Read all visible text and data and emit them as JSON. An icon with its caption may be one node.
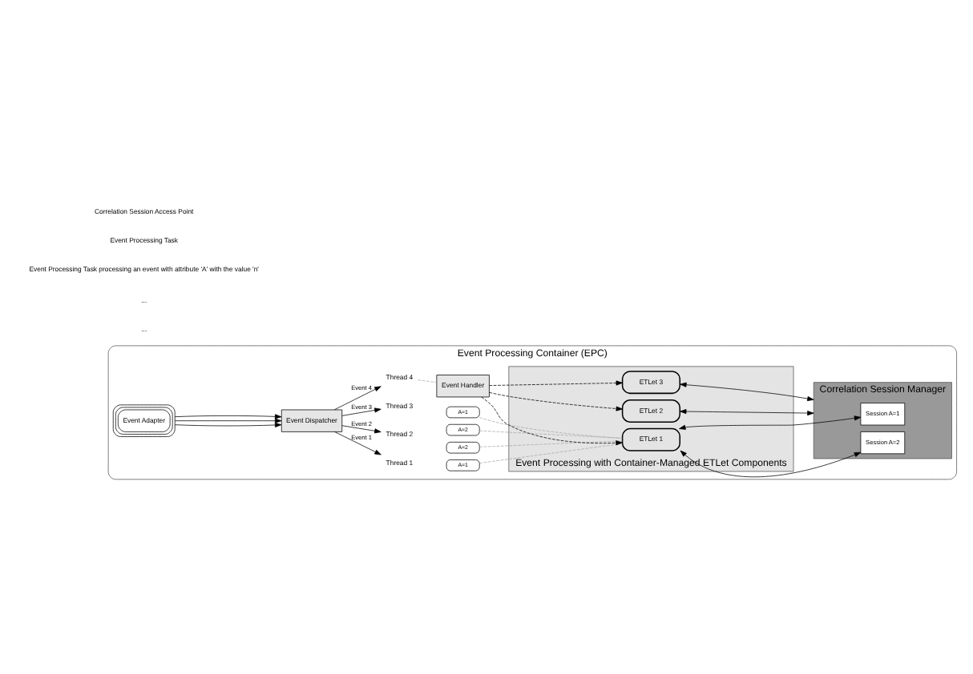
{
  "diagram": {
    "nodes": [
      {
        "text": [
          "Event Processing Container (EPC)"
        ]
      },
      {
        "text": [
          "Event Adapter"
        ],
        "in": 0
      },
      {
        "text": [
          "Event Dispatcher"
        ],
        "in": 0
      },
      {
        "text": [
          "Thread 1"
        ],
        "in": 0
      },
      {
        "text": [
          "Thread 2"
        ],
        "in": 0
      },
      {
        "text": [
          "Thread 3"
        ],
        "in": 0
      },
      {
        "text": [
          "Thread 4"
        ],
        "in": 0
      },
      {
        "text": [
          "A=1"
        ],
        "in": 0
      },
      {
        "text": [
          "A=2"
        ],
        "in": 0
      },
      {
        "text": [
          "A=2"
        ],
        "in": 0
      },
      {
        "text": [
          "A=1"
        ],
        "in": 0
      },
      {
        "text": [
          "Event Handler"
        ],
        "in": 0
      },
      {
        "text": [
          "Event Processing with Container-Managed ETLet Components"
        ],
        "in": 0
      },
      {
        "text": [
          "ETLet 1"
        ],
        "in": 12
      },
      {
        "text": [
          "ETLet 2"
        ],
        "in": 12
      },
      {
        "text": [
          "ETLet 3"
        ],
        "in": 12
      },
      {
        "text": [
          "Correlation Session Manager"
        ],
        "in": 0
      },
      {
        "text": [
          "Session A=1"
        ],
        "in": 16
      },
      {
        "text": [
          "Session A=2"
        ],
        "in": 16
      }
    ],
    "edges": [
      {
        "from": 1,
        "to": 2,
        "arrow": "to"
      },
      {
        "from": 1,
        "to": 2,
        "arrow": "to"
      },
      {
        "from": 1,
        "to": 2,
        "arrow": "to"
      },
      {
        "from": 2,
        "to": 3,
        "arrow": "to",
        "label": "Event 1"
      },
      {
        "from": 2,
        "to": 4,
        "arrow": "to",
        "label": "Event 2"
      },
      {
        "from": 2,
        "to": 5,
        "arrow": "to",
        "label": "Event 3"
      },
      {
        "from": 2,
        "to": 6,
        "arrow": "to",
        "label": "Event 4"
      },
      {
        "from": 7,
        "to": 13,
        "arrow": "none",
        "style": "dashed",
        "color": "#aaaaaa"
      },
      {
        "from": 8,
        "to": 13,
        "arrow": "none",
        "style": "dashed",
        "color": "#aaaaaa"
      },
      {
        "from": 9,
        "to": 13,
        "arrow": "none",
        "style": "dashed",
        "color": "#aaaaaa"
      },
      {
        "from": 10,
        "to": 13,
        "arrow": "none",
        "style": "dashed",
        "color": "#aaaaaa"
      },
      {
        "from": 6,
        "to": 11,
        "arrow": "none",
        "style": "dashed",
        "color": "#aaaaaa"
      },
      {
        "from": 11,
        "to": 13,
        "arrow": "to",
        "style": "dashed"
      },
      {
        "from": 11,
        "to": 14,
        "arrow": "to",
        "style": "dashed"
      },
      {
        "from": 11,
        "to": 15,
        "arrow": "to",
        "style": "dashed"
      },
      {
        "from": 13,
        "to": 17,
        "arrow": "both"
      },
      {
        "from": 13,
        "to": 18,
        "arrow": "both"
      },
      {
        "from": 14,
        "to": 16,
        "arrow": "both"
      },
      {
        "from": 15,
        "to": 16,
        "arrow": "both"
      }
    ],
    "labels": [
      "...",
      "..."
    ],
    "legend": [
      {
        "text": "Correlation Session Access Point"
      },
      {
        "text": "Event Processing Task"
      },
      {
        "text": "Event Processing Task processing an event with attribute 'A' with the value 'n'"
      }
    ]
  }
}
